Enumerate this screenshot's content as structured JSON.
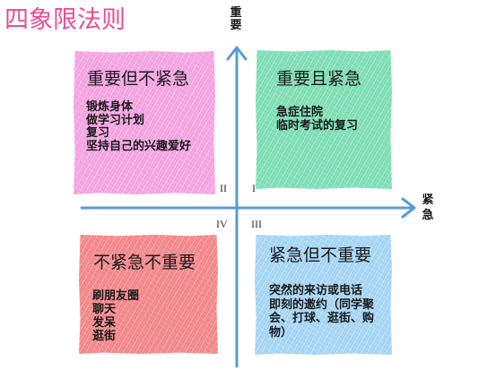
{
  "title": "四象限法则",
  "axes": {
    "vertical_label": "重要",
    "horizontal_label": "紧急"
  },
  "quadrants": {
    "important_not_urgent": {
      "numeral": "II",
      "title": "重要但不紧急",
      "items": [
        "锻炼身体",
        "做学习计划",
        "复习",
        "坚持自己的兴趣爱好"
      ],
      "color": "#f6a3e2"
    },
    "important_urgent": {
      "numeral": "I",
      "title": "重要且紧急",
      "items": [
        "急症住院",
        "临时考试的复习"
      ],
      "color": "#7ddfb4"
    },
    "not_urgent_not_important": {
      "numeral": "IV",
      "title": "不紧急不重要",
      "items": [
        "刷朋友圈",
        "聊天",
        "发呆",
        "逛街"
      ],
      "color": "#f5868a"
    },
    "urgent_not_important": {
      "numeral": "III",
      "title": "紧急但不重要",
      "items": [
        "突然的来访或电话",
        "即刻的邀约（同学聚",
        "会、打球、逛街、购",
        "物）"
      ],
      "color": "#a5d6f6"
    }
  },
  "colors": {
    "title": "#ea4c95",
    "axis": "#5b9bd5"
  }
}
